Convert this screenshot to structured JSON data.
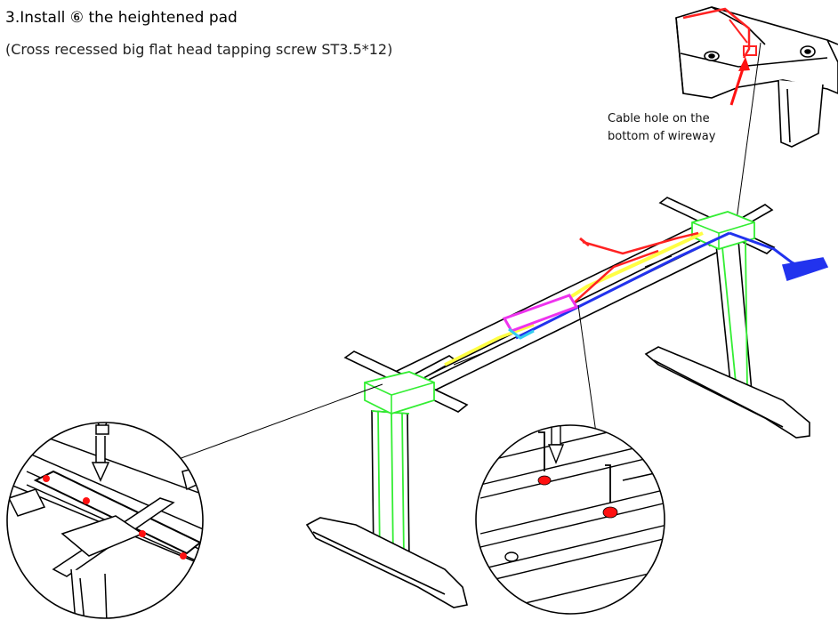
{
  "heading": {
    "step": "3.Install ⑥ the heightened pad",
    "screw": "(Cross recessed big flat head tapping screw ST3.5*12)"
  },
  "callout": {
    "line1": "Cable hole on the",
    "line2": "bottom of wireway"
  },
  "colors": {
    "frame_highlight": "#33ee33",
    "cable_red": "#ff2222",
    "cable_yellow": "#ffff44",
    "cable_blue": "#2233ee",
    "control_box": "#ee33ee",
    "pad_red": "#ff1111",
    "outline": "#000000"
  }
}
